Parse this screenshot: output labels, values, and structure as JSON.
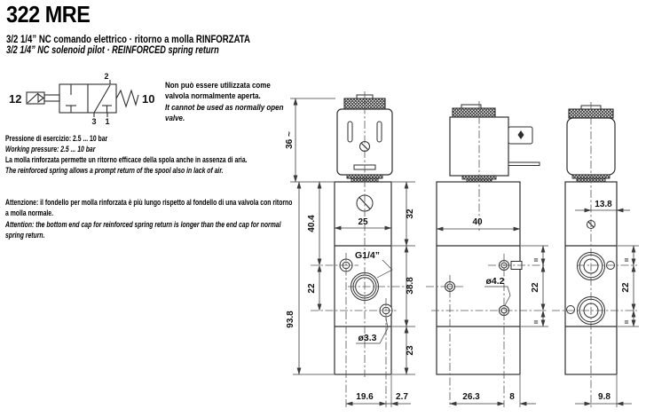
{
  "header": {
    "title": "322 MRE",
    "subtitle_it": "3/2 1/4” NC comando elettrico · ritorno a molla RINFORZATA",
    "subtitle_en": "3/2 1/4” NC solenoid pilot · REINFORCED spring return"
  },
  "symbol": {
    "port_12": "12",
    "port_10": "10",
    "port_2": "2",
    "port_3": "3",
    "port_1": "1"
  },
  "notes": {
    "usage_it": "Non può essere utilizzata come valvola normalmente aperta.",
    "usage_en": "It cannot be used as normally open valve.",
    "pressure_it": "Pressione di esercizio: 2.5 ... 10 bar",
    "pressure_en": "Working pressure: 2.5 ... 10 bar",
    "spring_it": "La molla rinforzata permette un ritorno efficace della spola anche in assenza di aria.",
    "spring_en": "The reinforced spring allows a prompt return of the spool also in lack of air.",
    "attention_it": "Attenzione: il fondello per molla rinforzata è più lungo rispetto al fondello di una valvola con ritorno a molla normale.",
    "attention_en": "Attention: the bottom end cap for reinforced spring return is longer than the end cap for normal spring return."
  },
  "drawing": {
    "front": {
      "coil_height": "36 ~",
      "overall_height": "93.8",
      "top_to_hole": "40.4",
      "hole_spacing_v": "22",
      "top_width": "25",
      "section_top": "32",
      "port_thread": "G1/4”",
      "section_mid": "38.8",
      "pilot_hole": "ø3.3",
      "section_bottom": "23",
      "hole_spacing_h": "19.6",
      "hole_to_edge": "2.7"
    },
    "side": {
      "body_width": "40",
      "mount_hole": "ø4.2",
      "eq_top": "=",
      "port_spacing": "22",
      "eq_bottom": "=",
      "hole_spacing_h": "26.3",
      "hole_to_edge": "8"
    },
    "back": {
      "coil_offset": "13.8",
      "eq_top": "=",
      "port_spacing": "22",
      "eq_bottom": "=",
      "center_to_edge": "9.8"
    }
  }
}
